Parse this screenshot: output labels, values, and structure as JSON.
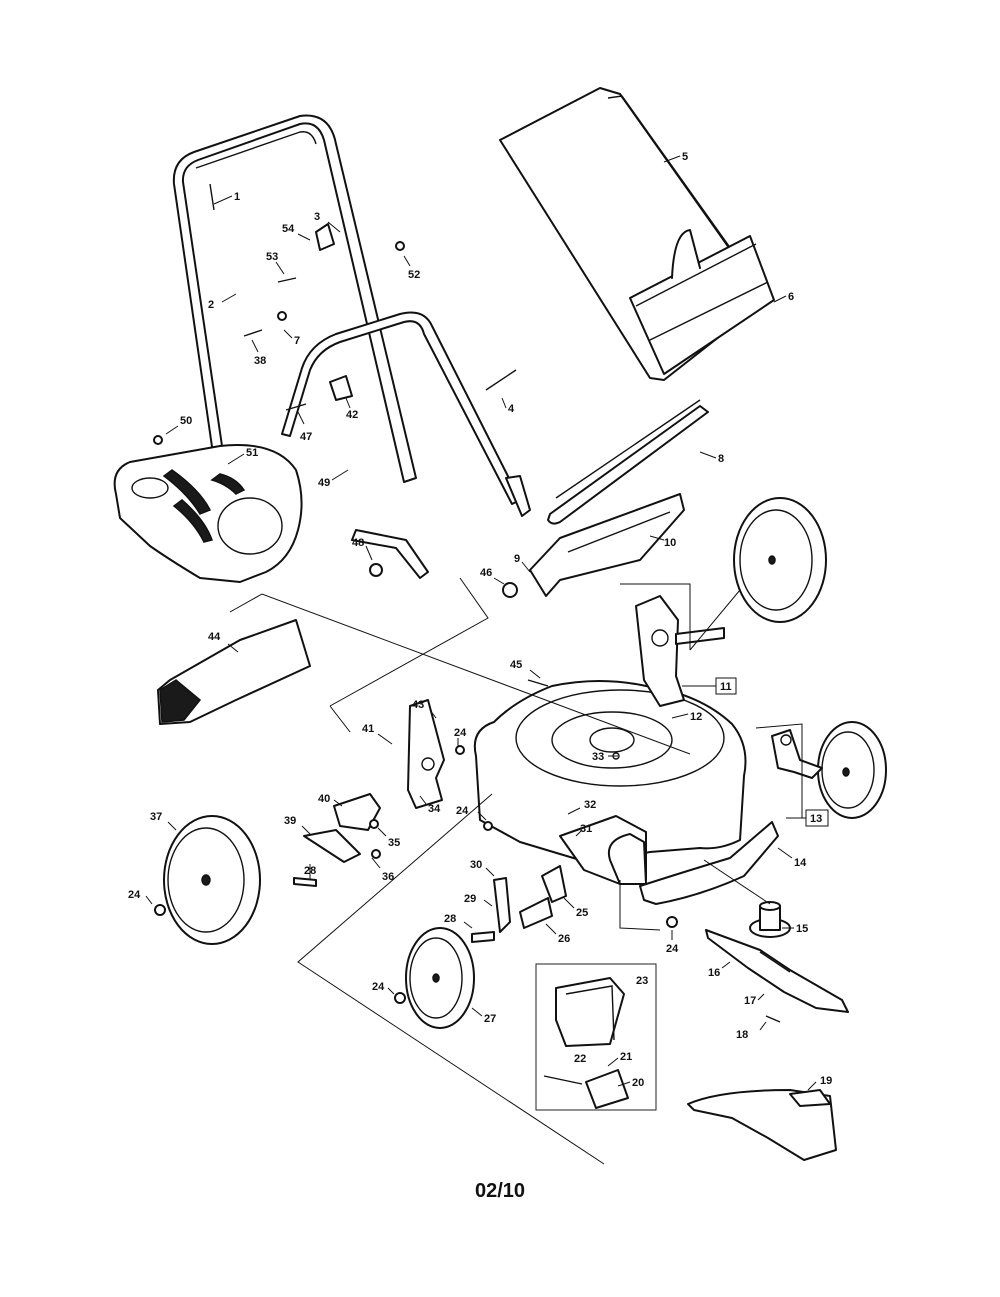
{
  "footer": {
    "code": "02/10"
  },
  "callouts": {
    "c1": "1",
    "c2": "2",
    "c3": "3",
    "c4": "4",
    "c5": "5",
    "c6": "6",
    "c7": "7",
    "c8": "8",
    "c9": "9",
    "c10": "10",
    "c11": "11",
    "c12": "12",
    "c13": "13",
    "c14": "14",
    "c15": "15",
    "c16": "16",
    "c17": "17",
    "c18": "18",
    "c19": "19",
    "c20": "20",
    "c21": "21",
    "c22": "22",
    "c23": "23",
    "c24a": "24",
    "c24b": "24",
    "c24c": "24",
    "c24d": "24",
    "c24e": "24",
    "c25": "25",
    "c26": "26",
    "c27": "27",
    "c28a": "28",
    "c28b": "28",
    "c29": "29",
    "c30": "30",
    "c31": "31",
    "c32": "32",
    "c33": "33",
    "c34": "34",
    "c35": "35",
    "c36": "36",
    "c37": "37",
    "c38": "38",
    "c39": "39",
    "c40": "40",
    "c41": "41",
    "c42": "42",
    "c43": "43",
    "c44": "44",
    "c45": "45",
    "c46": "46",
    "c47": "47",
    "c48": "48",
    "c49": "49",
    "c50": "50",
    "c51": "51",
    "c52": "52",
    "c53": "53",
    "c54": "54"
  }
}
